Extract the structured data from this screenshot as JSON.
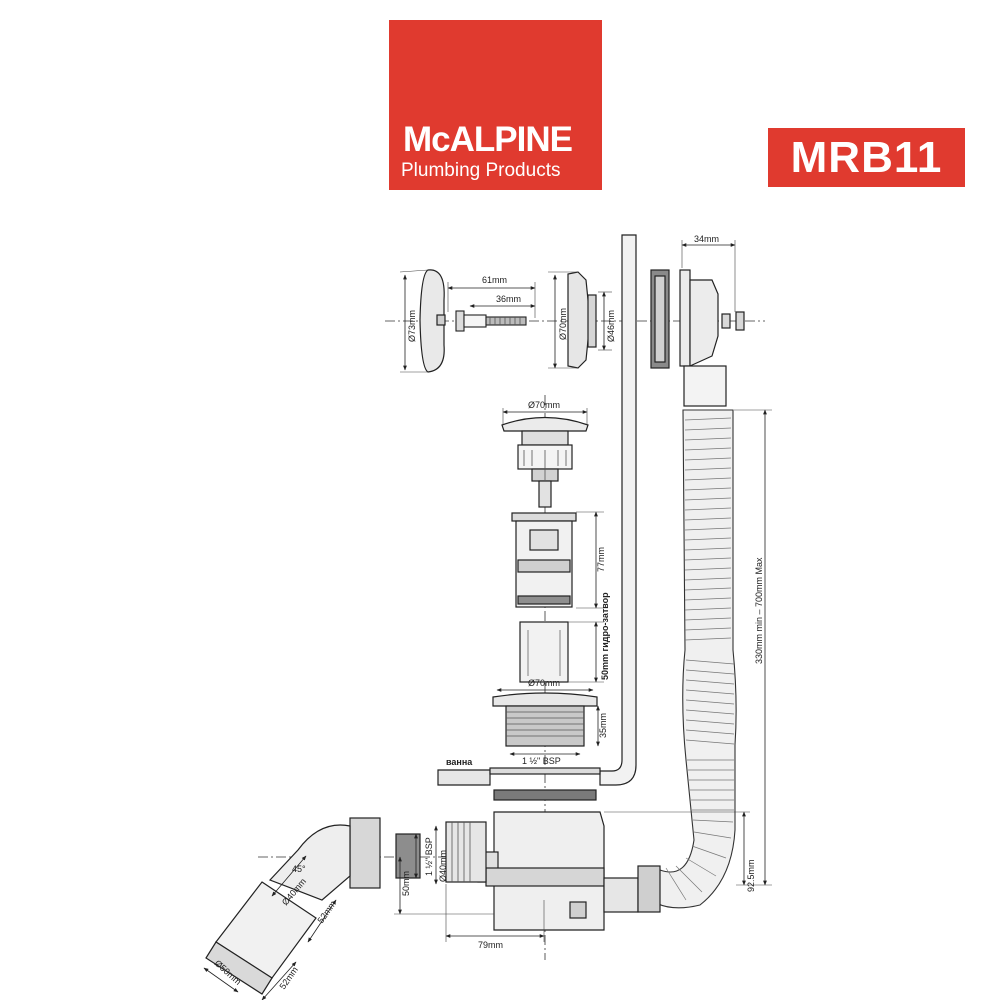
{
  "brand": {
    "name": "McALPINE",
    "subtitle": "Plumbing Products",
    "color": "#e03a2f"
  },
  "model": "MRB11",
  "dimensions": {
    "overflow_width": "34mm",
    "screw_length_total": "61mm",
    "screw_length_thread": "36mm",
    "cover_diameter": "Ø73mm",
    "rosette_outer": "Ø70mm",
    "rosette_inner": "Ø46mm",
    "plug_diameter": "Ø70mm",
    "cartridge_height": "77mm",
    "water_seal": "50mm гидро-затвор",
    "flange_diameter": "Ø70mm",
    "waste_height": "35mm",
    "waste_thread": "1 ½\" BSP",
    "bath_label": "ванна",
    "hose_length": "330mm min – 700mm Max",
    "outlet_thread": "1 ½\" BSP",
    "outlet_diameter": "Ø40mm",
    "trap_depth": "50mm",
    "trap_width": "79mm",
    "overflow_height": "92.5mm",
    "angle": "45°",
    "bend_diameter": "Ø40mm",
    "bend_length": "52mm",
    "pipe_diameter": "Ø50mm",
    "pipe_length": "52mm"
  }
}
